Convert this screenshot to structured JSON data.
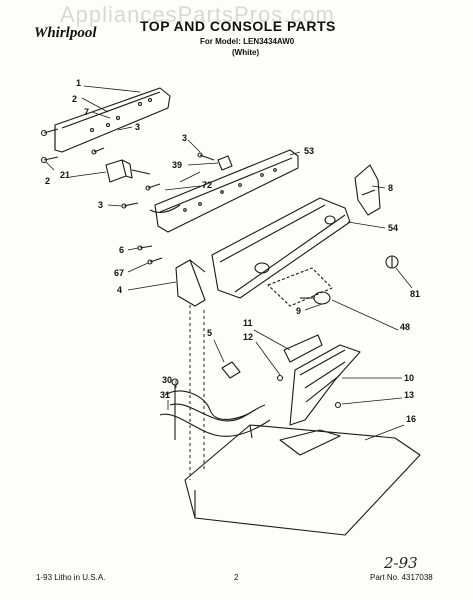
{
  "watermark": "AppliancesPartsPros.com",
  "brand": "Whirlpool",
  "title": "TOP AND CONSOLE PARTS",
  "model_line": "For Model: LEN3434AW0",
  "color_line": "(White)",
  "callouts": [
    "1",
    "2",
    "7",
    "3",
    "2",
    "21",
    "3",
    "39",
    "53",
    "72",
    "3",
    "8",
    "54",
    "6",
    "67",
    "4",
    "81",
    "9",
    "48",
    "5",
    "11",
    "12",
    "30",
    "31",
    "10",
    "13",
    "16"
  ],
  "footer": {
    "left": "1-93 Litho in U.S.A.",
    "center": "2",
    "right": "Part No. 4317038",
    "handwritten": "2-93"
  }
}
